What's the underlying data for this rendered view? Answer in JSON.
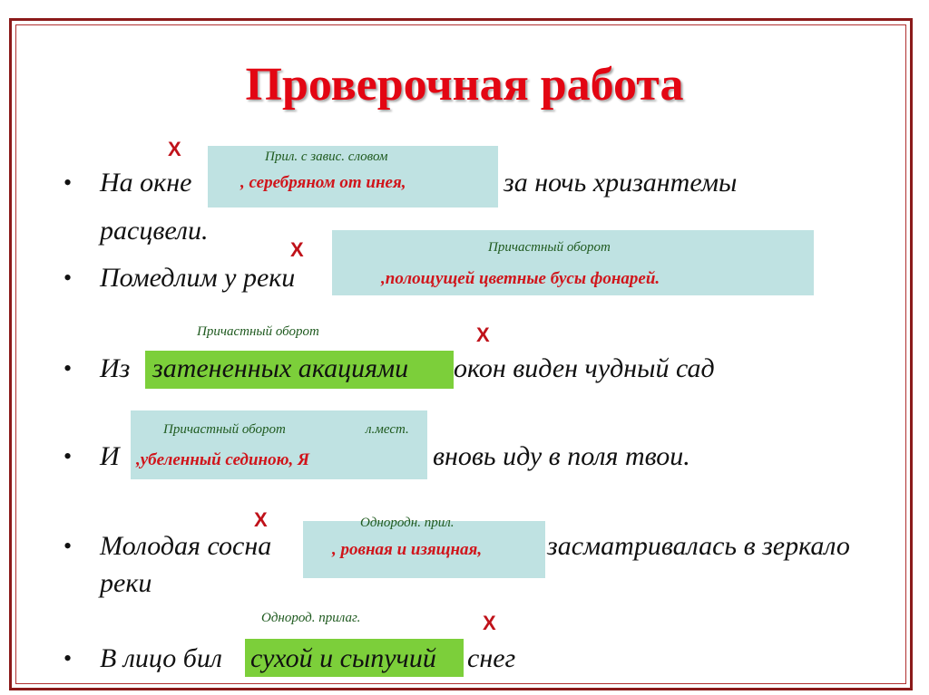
{
  "title": "Проверочная работа",
  "bullet_char": "•",
  "x_mark": "X",
  "items": [
    {
      "pre": "На окне",
      "note": "Прил. с завис. словом",
      "highlight": ", серебряном от инея,",
      "post": "за ночь хризантемы",
      "continuation": "расцвели."
    },
    {
      "pre": "Помедлим у реки",
      "note": "Причастный оборот",
      "highlight": ",полощущей цветные  бусы фонарей."
    },
    {
      "pre": "Из",
      "note": "Причастный оборот",
      "highlight": "затененных акациями",
      "post": "окон виден чудный сад"
    },
    {
      "pre": "И",
      "note": "Причастный оборот",
      "note2": "л.мест.",
      "highlight": ",убеленный сединою, Я",
      "post": "вновь иду в поля твои."
    },
    {
      "pre": "Молодая сосна",
      "note": "Однородн. прил.",
      "highlight": ", ровная и изящная,",
      "post": "засматривалась в зеркало",
      "continuation": "реки"
    },
    {
      "pre": "В лицо бил",
      "note": "Однород. прилаг.",
      "highlight": "сухой и сыпучий",
      "post": "снег"
    }
  ]
}
